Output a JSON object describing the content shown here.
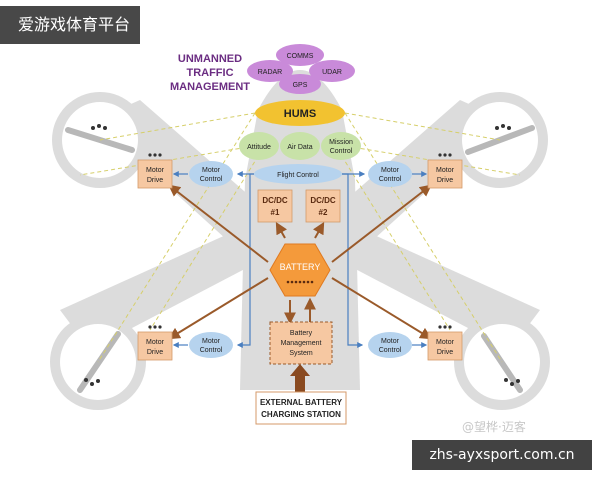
{
  "overlay": {
    "top_label": "爱游戏体育平台",
    "bottom_label": "zhs-ayxsport.com.cn",
    "watermark": "@望桦·迈客"
  },
  "utm": {
    "line1": "UNMANNED",
    "line2": "TRAFFIC",
    "line3": "MANAGEMENT",
    "comms": "COMMS",
    "radar": "RADAR",
    "udar": "UDAR",
    "gps": "GPS"
  },
  "hums": "HUMS",
  "sensors": {
    "attitude": "Attitude",
    "air_data": "Air Data",
    "mission_line1": "Mission",
    "mission_line2": "Control"
  },
  "flight_control": "Flight Control",
  "dcdc1": {
    "line1": "DC/DC",
    "line2": "#1"
  },
  "dcdc2": {
    "line1": "DC/DC",
    "line2": "#2"
  },
  "battery": "BATTERY",
  "bms": {
    "line1": "Battery",
    "line2": "Management",
    "line3": "System"
  },
  "charging": {
    "line1": "EXTERNAL BATTERY",
    "line2": "CHARGING STATION"
  },
  "motor_drive": {
    "line1": "Motor",
    "line2": "Drive"
  },
  "motor_control": {
    "line1": "Motor",
    "line2": "Control"
  },
  "colors": {
    "purple": "#c98ad9",
    "yellow": "#f2c230",
    "green": "#c8e2a8",
    "blue": "#b6d3ee",
    "orange": "#f6c8a2",
    "battery": "#f49a3b",
    "arrow_brown": "#9a5a2a",
    "arrow_blue": "#4a7fc0",
    "frame": "#dcdcdc",
    "dashed": "#d6cf6a"
  }
}
